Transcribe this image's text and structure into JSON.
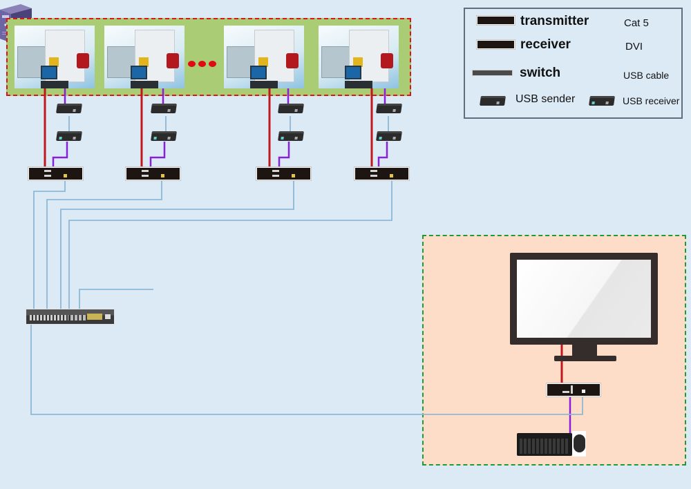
{
  "diagram": {
    "type": "KVM-over-IP extender network topology",
    "sites": {
      "equipment_group": {
        "label": "",
        "machines": [
          "machine-1",
          "machine-2",
          "machine-3",
          "machine-4"
        ],
        "ellipsis": "more machines"
      },
      "remote_console": {
        "label": "",
        "devices": [
          "monitor",
          "receiver",
          "keyboard",
          "mouse"
        ]
      }
    },
    "network": {
      "switch": "switch",
      "server": "server"
    }
  },
  "legend": {
    "items": [
      {
        "label": "transmitter",
        "icon": "transmitter-icon"
      },
      {
        "label": "receiver",
        "icon": "receiver-icon"
      },
      {
        "label": "switch",
        "icon": "switch-icon"
      },
      {
        "label": "USB sender",
        "icon": "usb-sender-icon"
      },
      {
        "label": "USB receiver",
        "icon": "usb-receiver-icon"
      }
    ],
    "lines": [
      {
        "label": "Cat 5",
        "color": "#8db8d6"
      },
      {
        "label": "DVI",
        "color": "#c0161c"
      },
      {
        "label": "USB cable",
        "color": "#8a1fd9"
      }
    ]
  },
  "colors": {
    "background": "#dceaf5",
    "equipment_zone": "#a9cc74",
    "equipment_border": "#d8141c",
    "remote_zone": "#fdddc7",
    "remote_border": "#1d9a37",
    "cat5": "#8db8d6",
    "dvi": "#c0161c",
    "usb": "#8a1fd9"
  }
}
